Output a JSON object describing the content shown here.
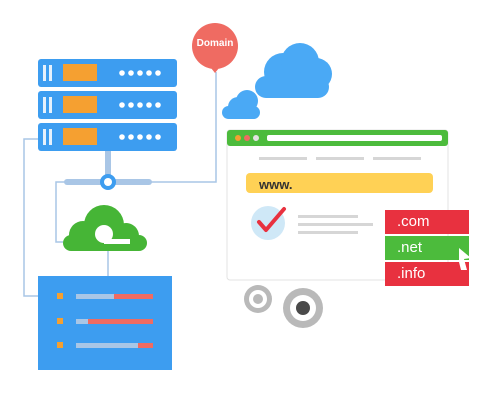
{
  "balloon": {
    "label": "Domain",
    "color": "#ef6b62"
  },
  "browser": {
    "address": "www.",
    "accent": "#4cbb3c",
    "url_bar_color": "#ffd155"
  },
  "tlds": [
    {
      "label": ".com",
      "color": "#e8313f"
    },
    {
      "label": ".net",
      "color": "#4cbb3c"
    },
    {
      "label": ".info",
      "color": "#e8313f"
    }
  ],
  "colors": {
    "server_blue": "#3d9df0",
    "orange": "#f5a031",
    "cloud_blue": "#4aa9f5",
    "cloud_green": "#46b536",
    "gear": "#b9b9b9"
  },
  "icons": [
    "server-rack-icon",
    "cloud-icon",
    "green-cloud-icon",
    "check-icon",
    "gear-icon",
    "cursor-icon",
    "balloon-icon"
  ]
}
